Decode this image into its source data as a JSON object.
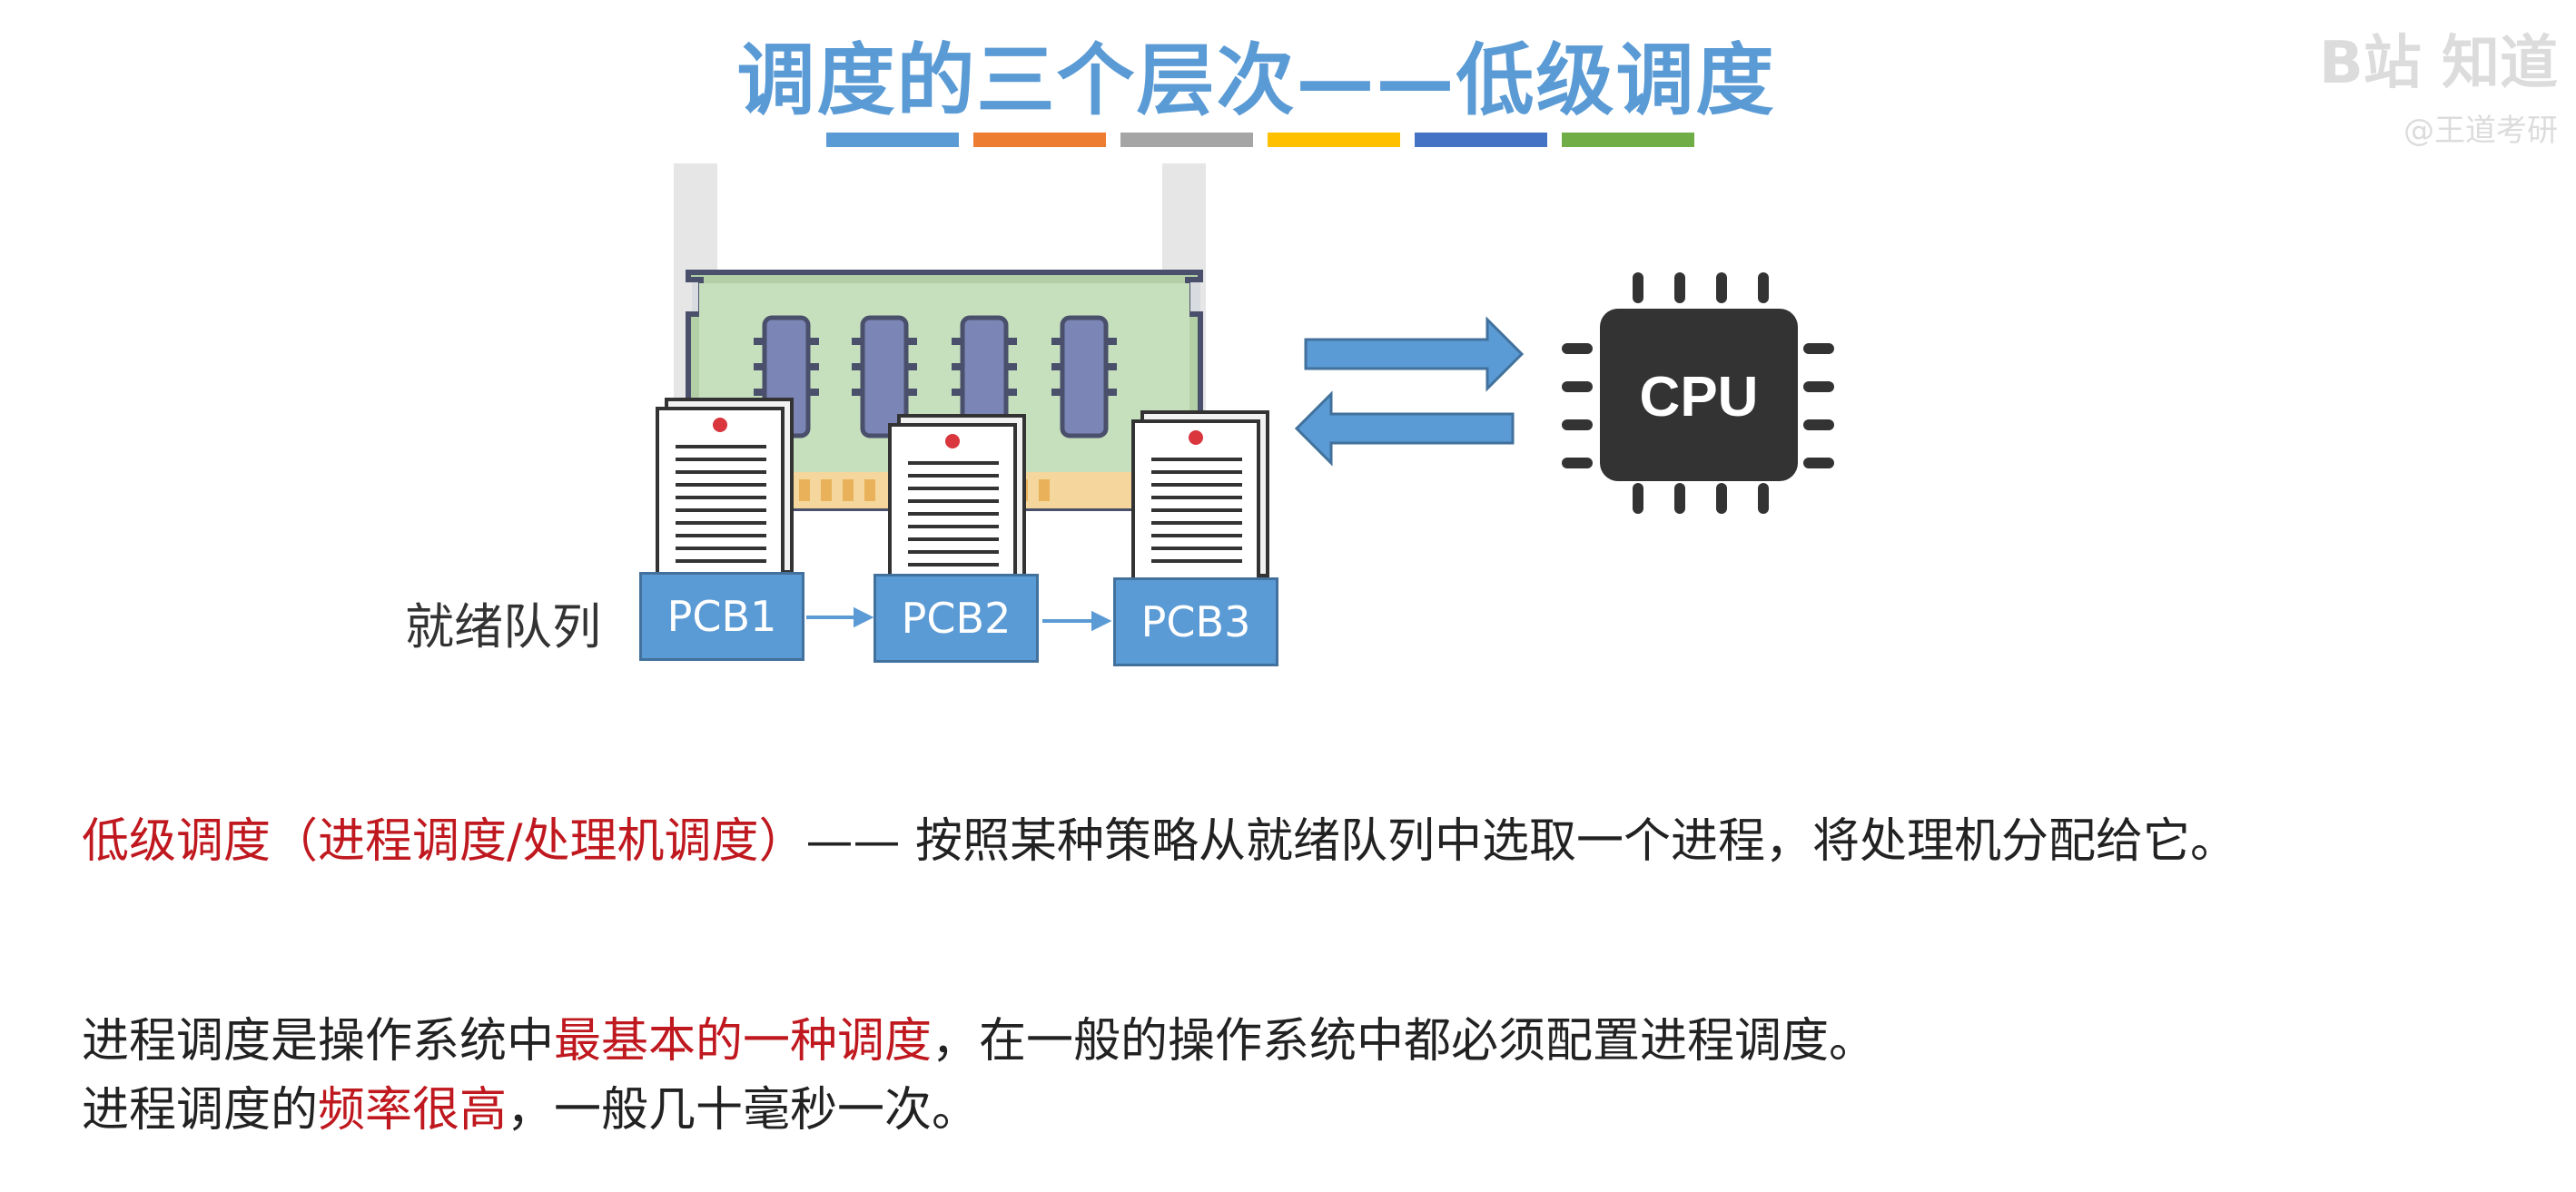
{
  "title": "调度的三个层次——低级调度",
  "title_bar_colors": [
    "#5b9bd5",
    "#ed7d31",
    "#a5a5a5",
    "#ffc000",
    "#4472c4",
    "#70ad47"
  ],
  "watermark": {
    "line1": "B站 知道",
    "line2": "@王道考研"
  },
  "diagram": {
    "queue_label": "就绪队列",
    "pcbs": [
      "PCB1",
      "PCB2",
      "PCB3"
    ],
    "cpu_label": "CPU",
    "icons": [
      "memory-icon",
      "document-icon",
      "cpu-icon",
      "arrow-right-icon",
      "arrow-left-icon"
    ]
  },
  "paragraph1": {
    "highlight": "低级调度（进程调度/处理机调度）",
    "rest": "—— 按照某种策略从就绪队列中选取一个进程，将处理机分配给它。"
  },
  "paragraph2": {
    "before": "进程调度是操作系统中",
    "highlight": "最基本的一种调度",
    "after": "，在一般的操作系统中都必须配置进程调度。"
  },
  "paragraph3": {
    "before": "进程调度的",
    "highlight": "频率很高",
    "after": "，一般几十毫秒一次。"
  },
  "colors": {
    "accent": "#5b9bd5",
    "highlight_red": "#c0181f"
  }
}
